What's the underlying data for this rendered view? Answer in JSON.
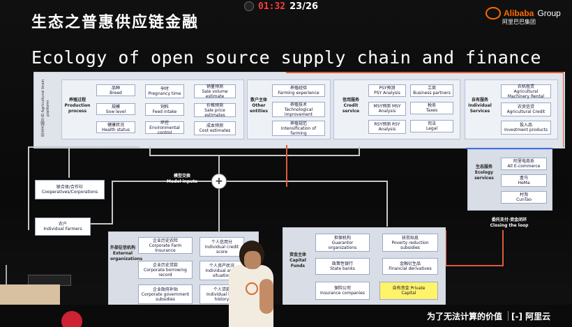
{
  "topbar": {
    "timer": "01:32",
    "page": "23/26"
  },
  "title_cn": "生态之普惠供应链金融",
  "title_en": "Ecology of open source supply chain and finance",
  "logo": {
    "brand": "Alibaba",
    "group": "Group",
    "sub": "阿里巴巴集团"
  },
  "platform": {
    "label": "农业大脑平台 Agricultural brain platform"
  },
  "production": {
    "label_cn": "养殖过程",
    "label_en": "Production process",
    "items": [
      {
        "cn": "品种",
        "en": "Breed"
      },
      {
        "cn": "孕时",
        "en": "Pregnancy time"
      },
      {
        "cn": "销量预测",
        "en": "Sale volume estimate"
      },
      {
        "cn": "规模",
        "en": "Sow level"
      },
      {
        "cn": "饲料",
        "en": "Feed intake"
      },
      {
        "cn": "价格预测",
        "en": "Sale price estimates"
      },
      {
        "cn": "健康状况",
        "en": "Health status"
      },
      {
        "cn": "环控",
        "en": "Environmental control"
      },
      {
        "cn": "成本预测",
        "en": "Cost estimates"
      }
    ]
  },
  "other_entities": {
    "label_cn": "散户主体",
    "label_en": "Other entities",
    "items": [
      {
        "cn": "养殖经验",
        "en": "Farming experience"
      },
      {
        "cn": "养殖技术",
        "en": "Technological improvement"
      },
      {
        "cn": "养殖规范",
        "en": "Intensification of farming"
      }
    ]
  },
  "credit": {
    "label_cn": "信用服务",
    "label_en": "Credit service",
    "items": [
      {
        "cn": "PSY预测",
        "en": "PSY Analysis"
      },
      {
        "cn": "工商",
        "en": "Business partners"
      },
      {
        "cn": "MSY预测 MSY",
        "en": "Analysis"
      },
      {
        "cn": "税务",
        "en": "Taxes"
      },
      {
        "cn": "RSY预测 RSY",
        "en": "Analysis"
      },
      {
        "cn": "司法",
        "en": "Legal"
      }
    ]
  },
  "individual": {
    "label_cn": "自有服务",
    "label_en": "Individual Services",
    "items": [
      {
        "cn": "农机租赁",
        "en": "Agricultural Machinery Rental"
      },
      {
        "cn": "农资信贷",
        "en": "Agricultural Credit"
      },
      {
        "cn": "投入品",
        "en": "Investment products"
      }
    ]
  },
  "ecology": {
    "label_cn": "生态服务",
    "label_en": "Ecology services",
    "items": [
      {
        "cn": "阿里电商系",
        "en": "All E-commerce"
      },
      {
        "cn": "盒马",
        "en": "HeMa"
      },
      {
        "cn": "村淘",
        "en": "CunTao"
      }
    ]
  },
  "closing": {
    "cn": "委托支付·资金闭环",
    "en": "Closing the loop"
  },
  "model": {
    "cn": "模型交换",
    "en": "Model inputs"
  },
  "coops": {
    "cn": "联合体/合作社",
    "en": "Cooperatives/Corporations"
  },
  "farmers": {
    "cn": "农户",
    "en": "Individual Farmers"
  },
  "external": {
    "label_cn": "外部征信机构",
    "label_en": "External organizations",
    "items": [
      {
        "cn": "企业历史农险",
        "en": "Corporate Farm Insurance"
      },
      {
        "cn": "个人信用分",
        "en": "Individual credit score"
      },
      {
        "cn": "企业历史贷款",
        "en": "Corporate borrowing record"
      },
      {
        "cn": "个人资产状况",
        "en": "Individual asset situation"
      },
      {
        "cn": "企业政府补贴",
        "en": "Corporate government subsidies"
      },
      {
        "cn": "个人贷款",
        "en": "Individual loan history"
      }
    ]
  },
  "capital": {
    "label_cn": "资金主体",
    "label_en": "Capital Funds",
    "items": [
      {
        "cn": "担保机构",
        "en": "Guarantor organizations"
      },
      {
        "cn": "扶贫贴息",
        "en": "Poverty reduction subsidies"
      },
      {
        "cn": "政策性银行",
        "en": "State banks"
      },
      {
        "cn": "金融衍生品",
        "en": "Financial derivatives"
      },
      {
        "cn": "保险公司",
        "en": "Insurance companies"
      },
      {
        "cn": "自有资金 Private",
        "en": "Capital"
      }
    ]
  },
  "footer": {
    "slogan": "为了无法计算的价值",
    "brand": "阿里云"
  },
  "colors": {
    "timer": "#ff3b3b",
    "brand": "#ff6a00",
    "highlight": "#fff36a",
    "connector_blue": "#3d6df0",
    "connector_red": "#e05a3a"
  }
}
